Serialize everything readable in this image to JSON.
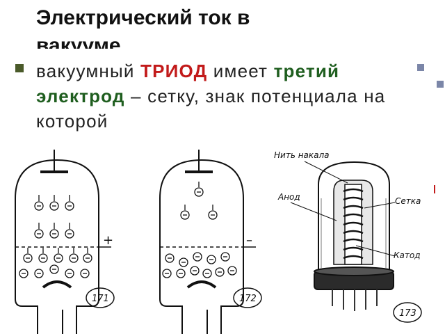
{
  "slide": {
    "title": "Электрический ток в вакууме",
    "bullet": {
      "part1": "вакуумный ",
      "highlight_red": "ТРИОД",
      "part2": " имеет ",
      "highlight_green1": "третий",
      "highlight_green2": "электрод",
      "part3": " – сетку, знак потенциала на которой"
    },
    "colors": {
      "accent_red": "#c21a1a",
      "accent_green": "#1f5e1f",
      "bullet": "#4a5a2a",
      "deco_square": "#7b86a8"
    }
  },
  "figure": {
    "fig1_number": "171",
    "fig1_sign": "+",
    "fig2_number": "172",
    "fig2_sign": "–",
    "fig3_number": "173",
    "labels": {
      "filament": "Нить накала",
      "anode": "Анод",
      "grid": "Сетка",
      "cathode": "Катод"
    }
  }
}
